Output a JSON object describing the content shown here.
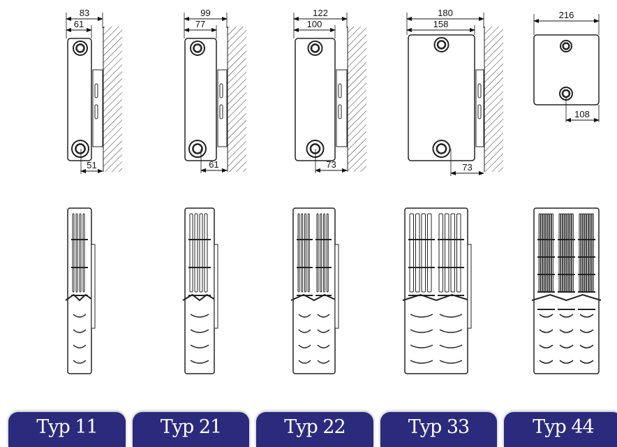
{
  "types": [
    {
      "label": "Typ 11",
      "width_total": "83",
      "width_body": "61",
      "connection_offset": "51"
    },
    {
      "label": "Typ 21",
      "width_total": "99",
      "width_body": "77",
      "connection_offset": "61"
    },
    {
      "label": "Typ 22",
      "width_total": "122",
      "width_body": "100",
      "connection_offset": "73"
    },
    {
      "label": "Typ 33",
      "width_total": "180",
      "width_body": "158",
      "connection_offset": "73"
    },
    {
      "label": "Typ 44",
      "width_total": "216",
      "connection_offset": "108"
    }
  ],
  "colors": {
    "tab": "#2b2a7c",
    "line": "#222222"
  }
}
